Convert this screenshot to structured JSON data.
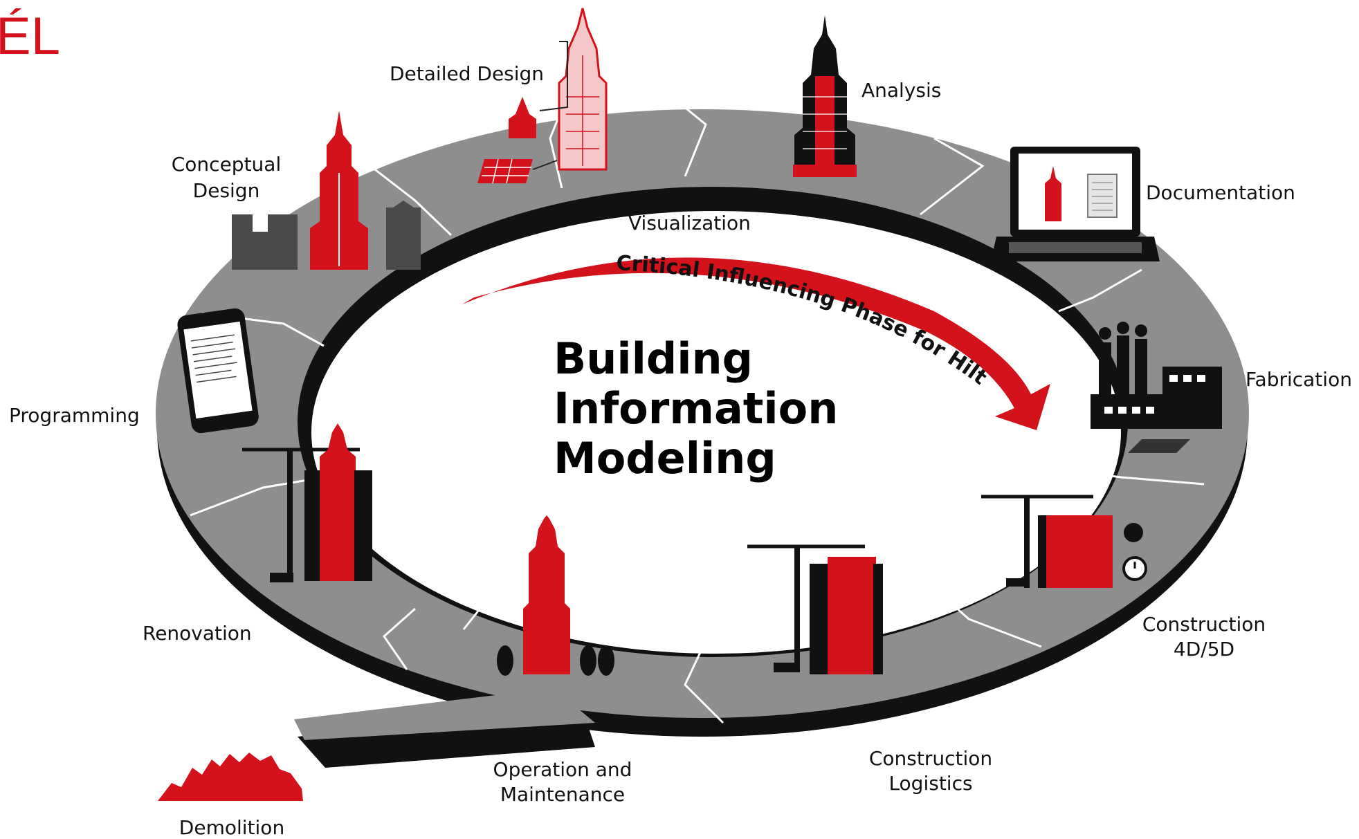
{
  "title": {
    "line1": "Building",
    "line2": "Information",
    "line3": "Modeling"
  },
  "critical_phase": "Critical Influencing Phase for Hilti",
  "corner_text": "ÉL",
  "stages": {
    "detailed_design": "Detailed Design",
    "analysis": "Analysis",
    "documentation": "Documentation",
    "fabrication": "Fabrication",
    "construction_4d5d": [
      "Construction",
      "4D/5D"
    ],
    "construction_logistics": [
      "Construction",
      "Logistics"
    ],
    "operation_maintenance": [
      "Operation and",
      "Maintenance"
    ],
    "demolition": "Demolition",
    "renovation": "Renovation",
    "programming": "Programming",
    "conceptual_design": [
      "Conceptual",
      "Design"
    ],
    "visualization": "Visualization"
  },
  "colors": {
    "accent": "#d3121c",
    "ring": "#8e8e8e",
    "ring_edge": "#111111"
  }
}
